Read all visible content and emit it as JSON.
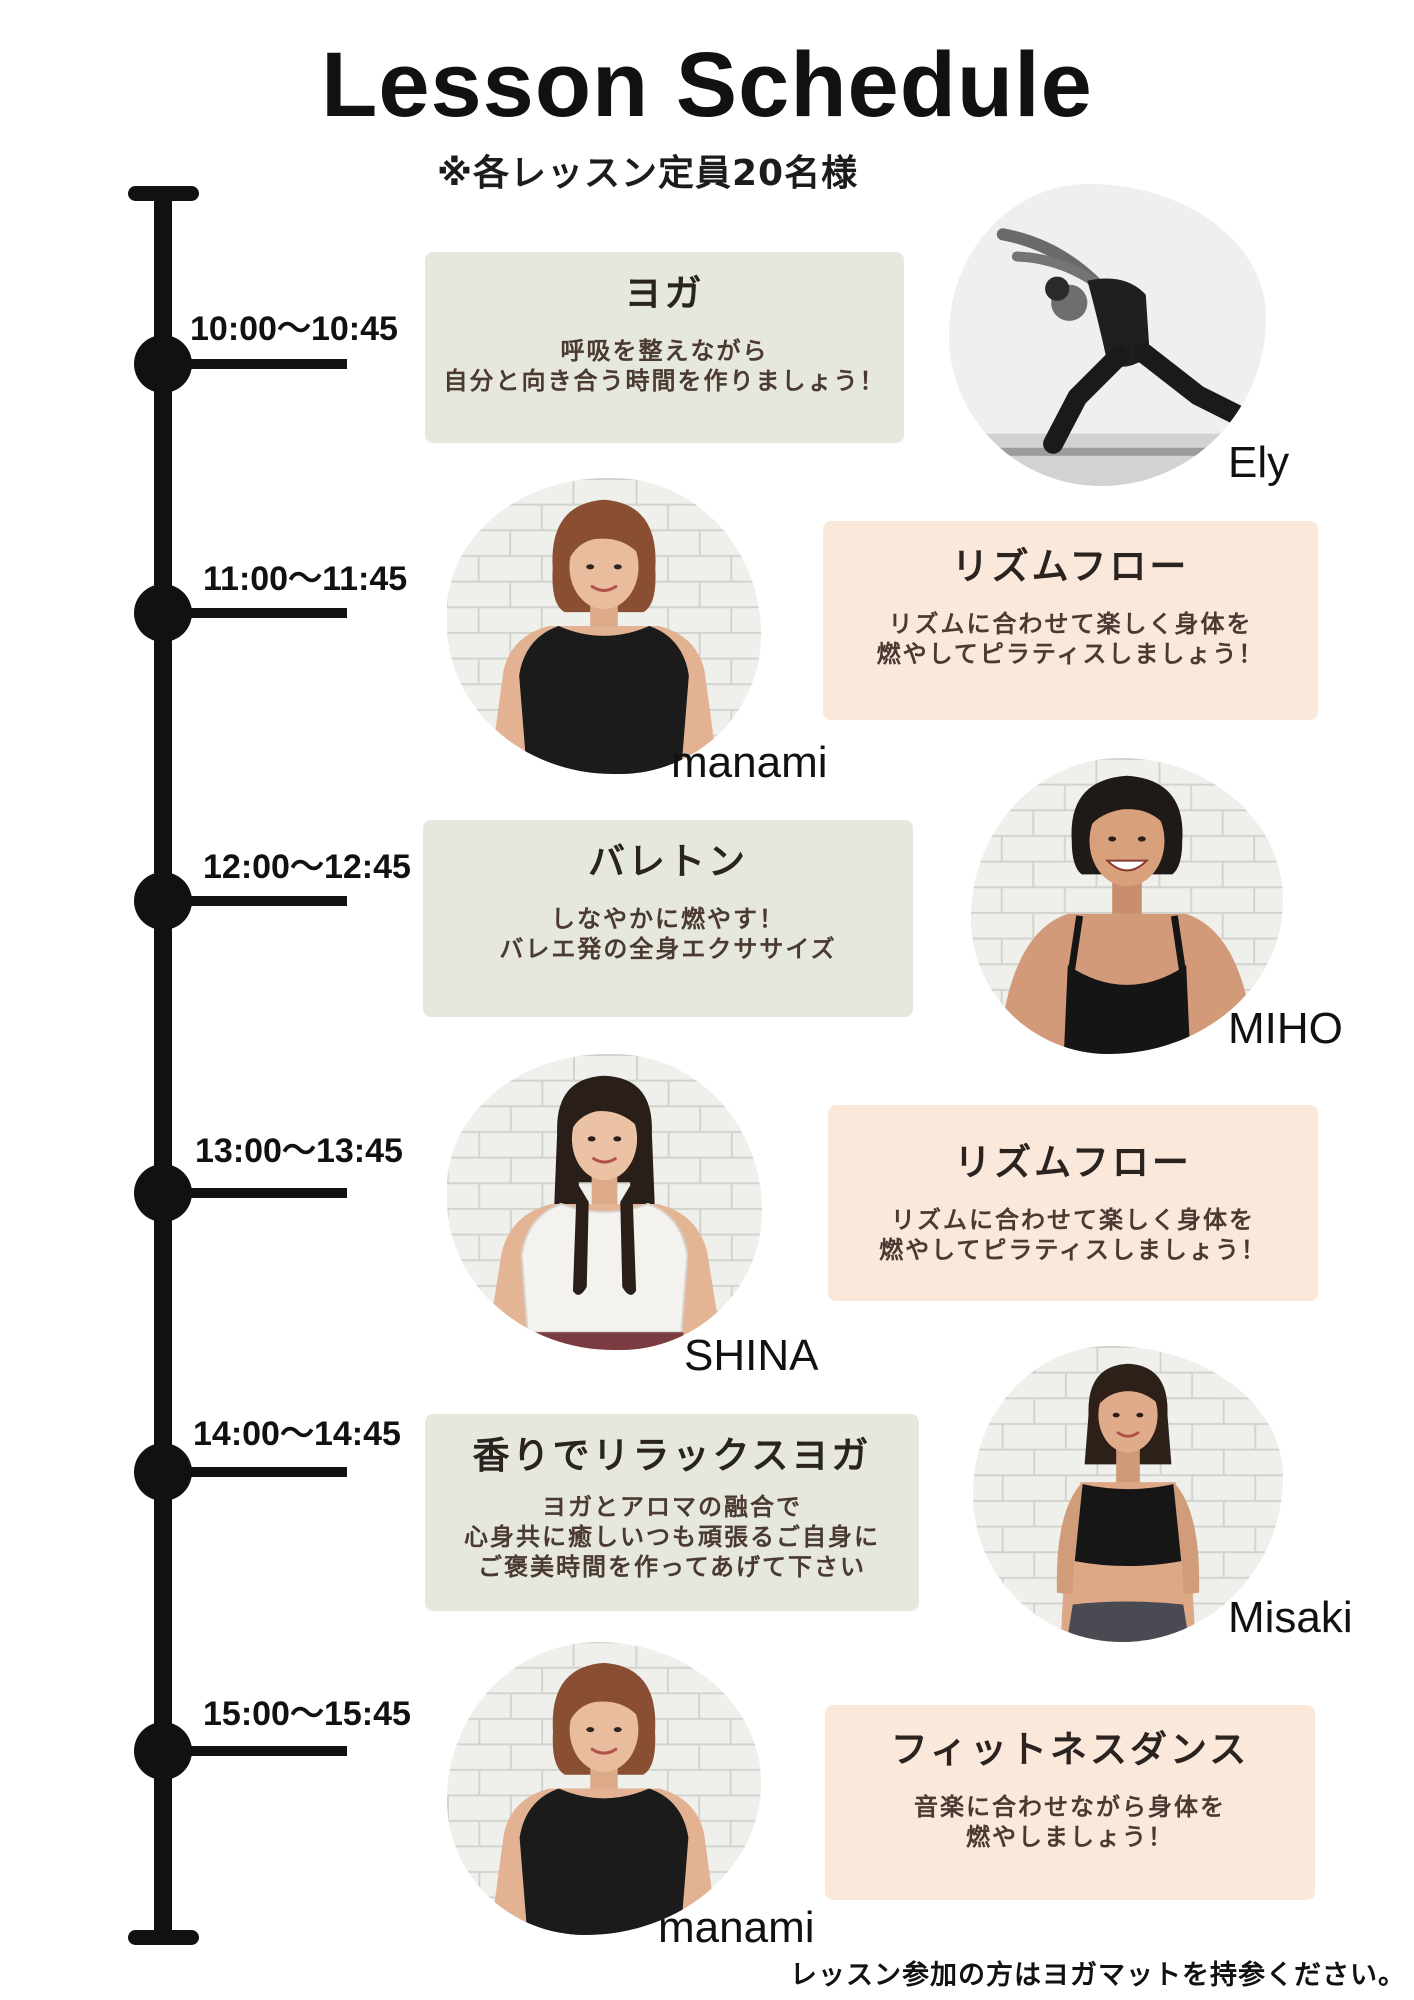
{
  "title": "Lesson Schedule",
  "capacity_note": "※各レッスン定員20名様",
  "lessons": [
    {
      "time": "10:00〜10:45",
      "name": "ヨガ",
      "description": [
        "呼吸を整えながら",
        "自分と向き合う時間を作りましょう！"
      ],
      "instructor": "Ely",
      "card_color": "#e7e8dd"
    },
    {
      "time": "11:00〜11:45",
      "name": "リズムフロー",
      "description": [
        "リズムに合わせて楽しく身体を",
        "燃やしてピラティスしましょう！"
      ],
      "instructor": "manami",
      "card_color": "#fae9da"
    },
    {
      "time": "12:00〜12:45",
      "name": "バレトン",
      "description": [
        "しなやかに燃やす！",
        "バレエ発の全身エクササイズ"
      ],
      "instructor": "MIHO",
      "card_color": "#e7e8dd"
    },
    {
      "time": "13:00〜13:45",
      "name": "リズムフロー",
      "description": [
        "リズムに合わせて楽しく身体を",
        "燃やしてピラティスしましょう！"
      ],
      "instructor": "SHINA",
      "card_color": "#fae9da"
    },
    {
      "time": "14:00〜14:45",
      "name": "香りでリラックスヨガ",
      "description": [
        "ヨガとアロマの融合で",
        "心身共に癒しいつも頑張るご自身に",
        "ご褒美時間を作ってあげて下さい"
      ],
      "instructor": "Misaki",
      "card_color": "#e7e8dd"
    },
    {
      "time": "15:00〜15:45",
      "name": "フィットネスダンス",
      "description": [
        "音楽に合わせながら身体を",
        "燃やしましょう！"
      ],
      "instructor": "manami",
      "card_color": "#fae9da"
    }
  ],
  "footer_note": "レッスン参加の方はヨガマットを持参ください。",
  "colors": {
    "text": "#3a2f2a",
    "timeline": "#111111",
    "card_green": "#e7e8dd",
    "card_peach": "#fae9da"
  }
}
